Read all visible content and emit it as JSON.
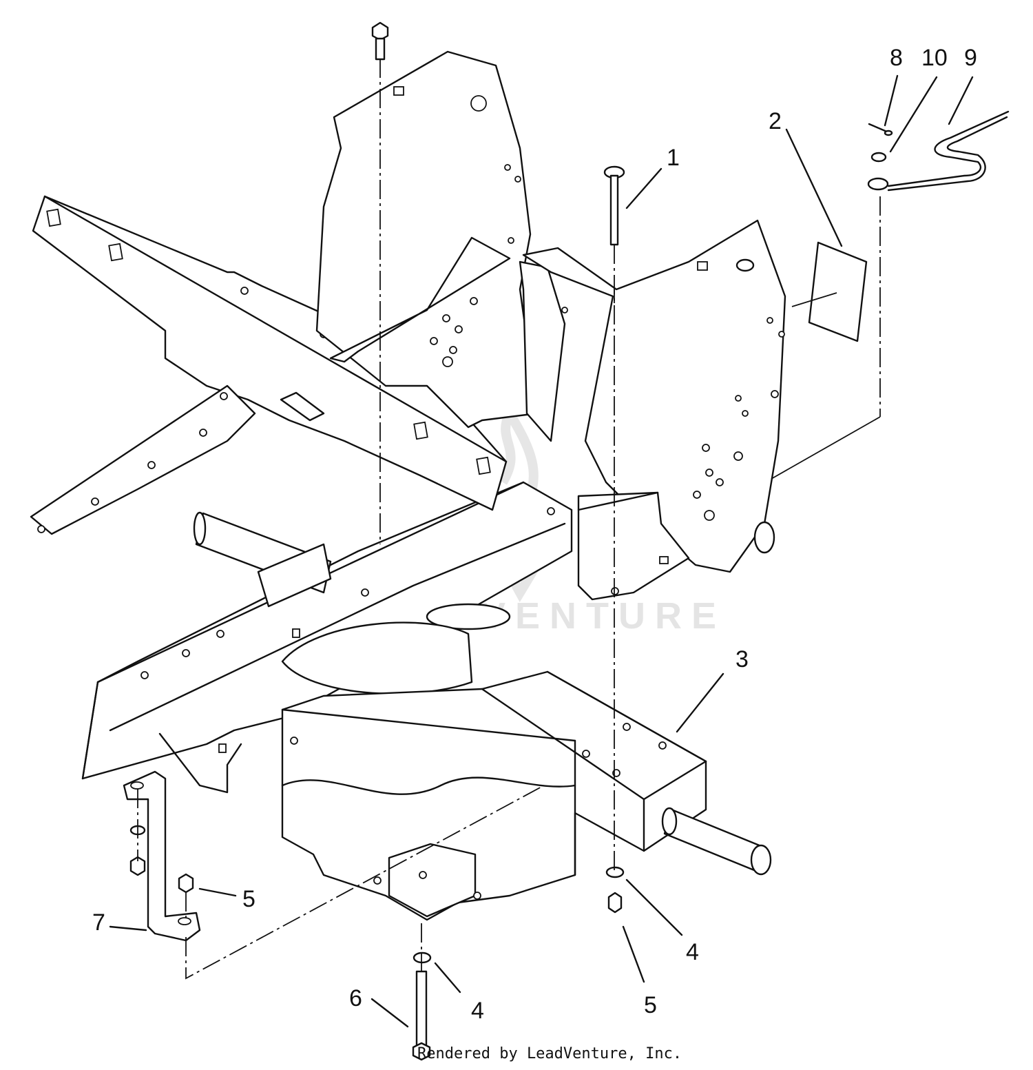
{
  "diagram": {
    "watermark": "LEADVENTURE",
    "credit": "Rendered by LeadVenture, Inc.",
    "callouts": [
      {
        "id": "c1",
        "label": "1"
      },
      {
        "id": "c2",
        "label": "2"
      },
      {
        "id": "c3",
        "label": "3"
      },
      {
        "id": "c4a",
        "label": "4"
      },
      {
        "id": "c4b",
        "label": "4"
      },
      {
        "id": "c5a",
        "label": "5"
      },
      {
        "id": "c5b",
        "label": "5"
      },
      {
        "id": "c6",
        "label": "6"
      },
      {
        "id": "c7",
        "label": "7"
      },
      {
        "id": "c8",
        "label": "8"
      },
      {
        "id": "c9",
        "label": "9"
      },
      {
        "id": "c10",
        "label": "10"
      }
    ]
  },
  "colors": {
    "line": "#111111",
    "background": "#ffffff",
    "watermark": "#dcdcdc"
  }
}
